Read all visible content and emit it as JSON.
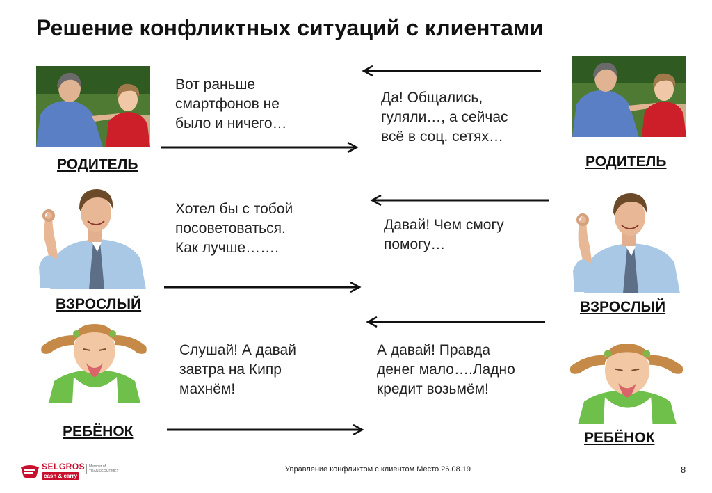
{
  "title": "Решение конфликтных ситуаций с клиентами",
  "roles": {
    "parent": "РОДИТЕЛЬ",
    "adult": "ВЗРОСЛЫЙ",
    "child": "РЕБЁНОК"
  },
  "dialogues": [
    {
      "left_lines": [
        "Вот раньше",
        "смартфонов не",
        "было и ничего…"
      ],
      "right_lines": [
        "Да! Общались,",
        "гуляли…, а сейчас",
        "всё в соц. сетях…"
      ]
    },
    {
      "left_lines": [
        "Хотел бы с тобой",
        "посоветоваться.",
        "Как лучше……."
      ],
      "right_lines": [
        "Давай! Чем смогу",
        "помогу…"
      ]
    },
    {
      "left_lines": [
        "Слушай! А давай",
        "завтра на Кипр",
        "махнём!"
      ],
      "right_lines": [
        "А давай! Правда",
        "денег мало….Ладно",
        "кредит возьмём!"
      ]
    }
  ],
  "footer": {
    "text": "Управление конфликтом с клиентом  Место  26.08.19",
    "page_number": "8",
    "logo_name": "SELGROS",
    "logo_tagline": "cash & carry",
    "logo_member": [
      "Member of",
      "TRANSGOURMET"
    ]
  },
  "colors": {
    "brand_red": "#c8102e",
    "text": "#111111",
    "arrow": "#111111"
  },
  "icons": {
    "arrow_right": "arrow-right-icon",
    "arrow_left": "arrow-left-icon"
  }
}
